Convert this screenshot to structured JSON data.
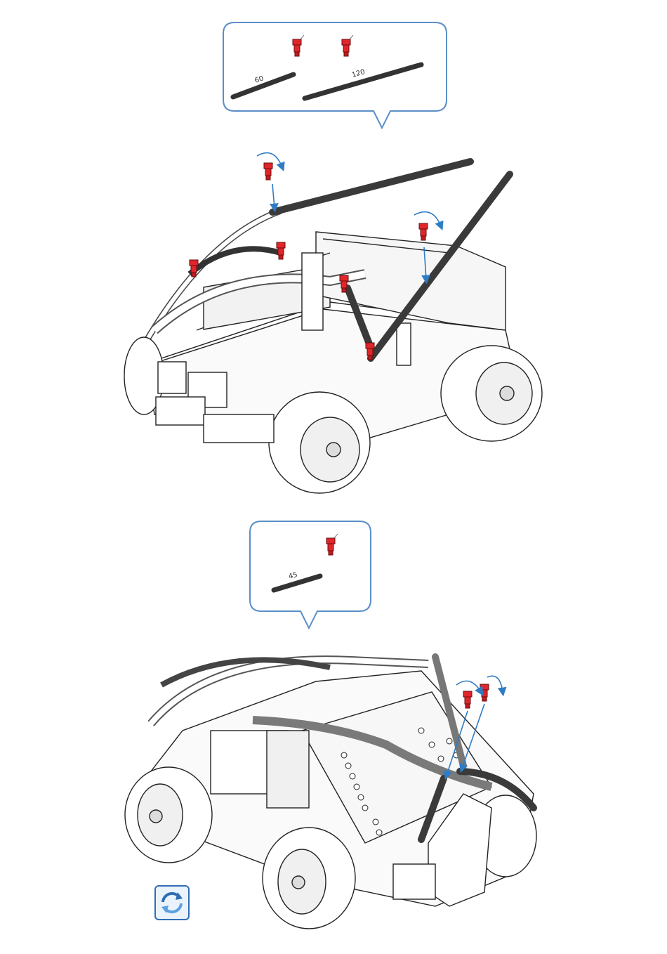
{
  "step1": {
    "parts": {
      "beam_short_length": "60",
      "beam_long_length": "120"
    },
    "icons": [
      "red-pin-icon",
      "beam-60-icon",
      "beam-120-icon",
      "rotate-arrow-icon"
    ]
  },
  "step2": {
    "parts": {
      "beam_length": "45"
    },
    "icons": [
      "red-pin-icon",
      "beam-45-icon",
      "rotate-arrow-icon"
    ]
  },
  "colors": {
    "callout_border": "#5b8ec7",
    "pin_red": "#e0262b",
    "beam_dark": "#3a3a3a",
    "arrow_blue": "#2f7cc4",
    "rotate_button_border": "#2f6eb6"
  }
}
